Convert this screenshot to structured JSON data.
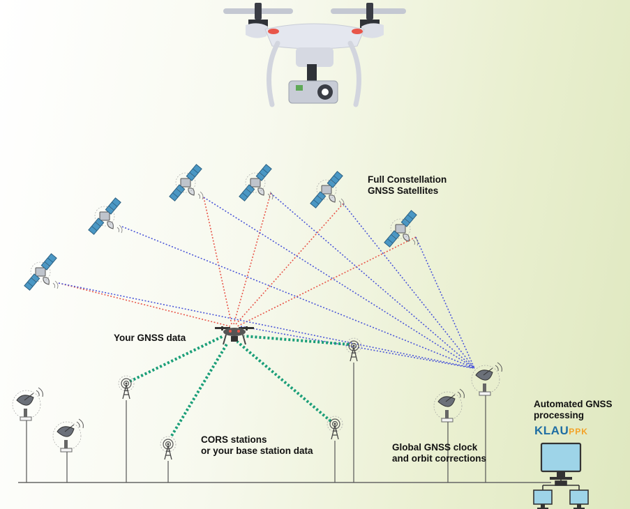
{
  "labels": {
    "constellation_line1": "Full Constellation",
    "constellation_line2": "GNSS Satellites",
    "your_gnss": "Your GNSS data",
    "cors_line1": "CORS stations",
    "cors_line2": "or your base station data",
    "clock_line1": "Global GNSS clock",
    "clock_line2": "and orbit corrections",
    "auto_line1": "Automated GNSS",
    "auto_line2": "processing",
    "logo_klau": "KLAU",
    "logo_ppk": "PPK"
  },
  "colors": {
    "red_link": "#e8564a",
    "blue_link": "#4b56d8",
    "green_link": "#1a9e78",
    "panel_blue": "#4a97c4",
    "drone_body": "#dcdfe8",
    "drone_dark": "#3a3d45"
  },
  "icons": [
    "drone-icon",
    "satellite-icon",
    "radio-tower-icon",
    "satellite-dish-icon",
    "computer-icon",
    "network-icon"
  ]
}
